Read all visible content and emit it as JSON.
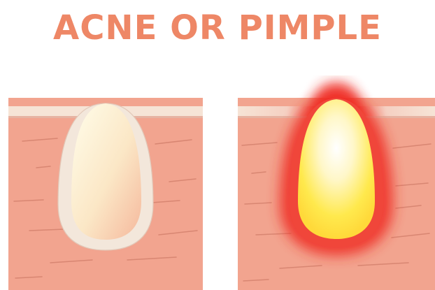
{
  "title": "ACNE OR PIMPLE",
  "colors": {
    "title": "#ee8766",
    "skin": "#f2a48f",
    "skin_line": "#d88672",
    "dermis_line": "#f6e4d6",
    "acne_rim": "#f3e7db",
    "acne_fill_top": "#fffdea",
    "acne_fill_bottom": "#f7c0a3",
    "pimple_glow": "#ef2b21",
    "pimple_fill_top": "#ffffff",
    "pimple_fill_bottom": "#ffe94d"
  },
  "panels": [
    {
      "name": "acne-panel",
      "kind": "acne"
    },
    {
      "name": "pimple-panel",
      "kind": "pimple",
      "inflamed": true
    }
  ]
}
